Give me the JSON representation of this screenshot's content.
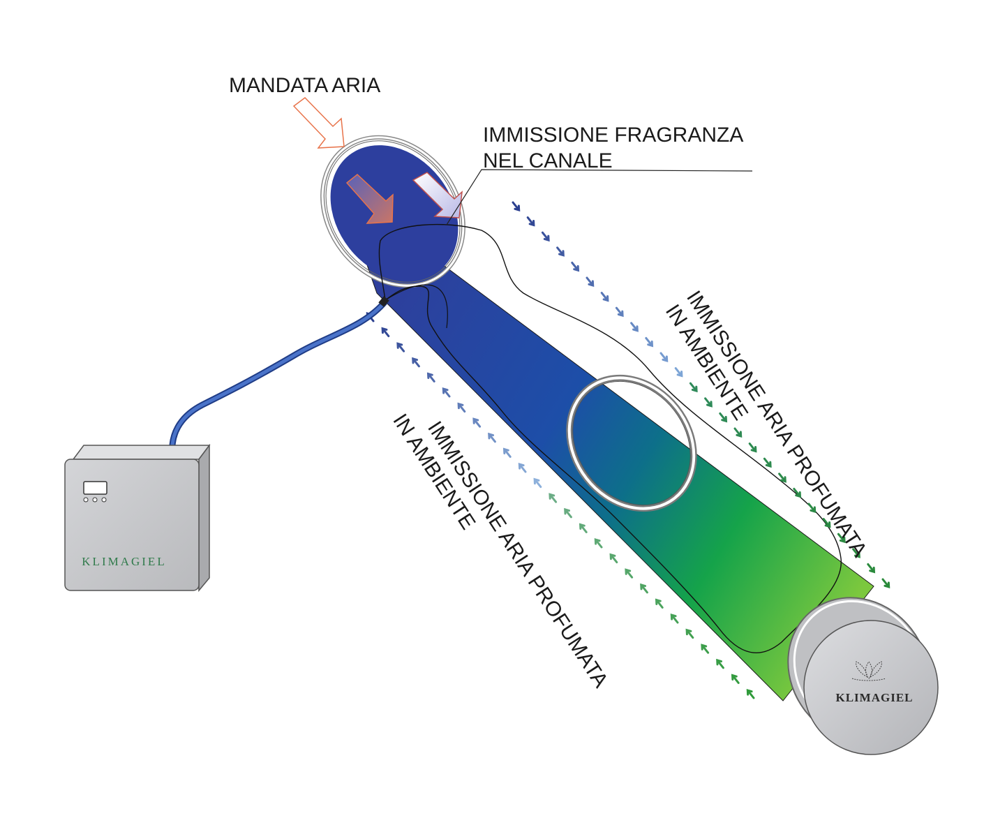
{
  "labels": {
    "supply_air": "MANDATA ARIA",
    "fragrance_injection_line1": "IMMISSIONE FRAGRANZA",
    "fragrance_injection_line2": "NEL CANALE",
    "upper_output_line1": "IMMISSIONE ARIA PROFUMATA",
    "upper_output_line2": "IN AMBIENTE",
    "lower_output_line1": "IMMISSIONE ARIA PROFUMATA",
    "lower_output_line2": "IN AMBIENTE"
  },
  "device": {
    "brand": "KLIMAGIEL"
  },
  "end_cap": {
    "brand": "KLIMAGIEL",
    "emblem_icon": "lotus-icon"
  },
  "colors": {
    "duct_blue": "#2a3d9e",
    "duct_mid": "#0b5f8f",
    "duct_green": "#3fae3f",
    "supply_arrow": "#e8734a",
    "hose": "#2f56a8",
    "device_body": "#c8c9cc",
    "brand_green": "#2f7a4a"
  }
}
